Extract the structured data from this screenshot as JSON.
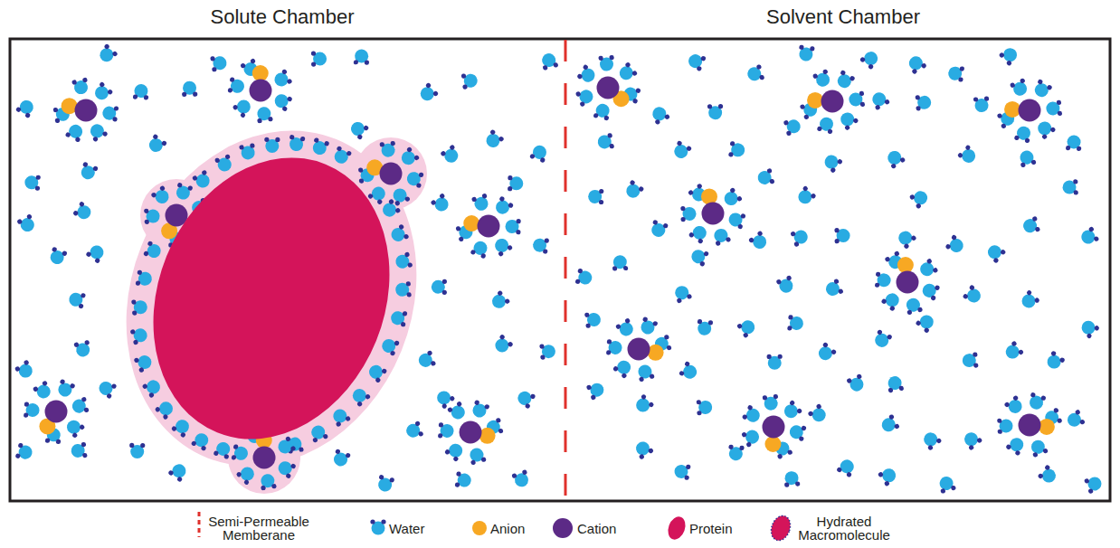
{
  "diagram": {
    "labels": [
      "Solute Chamber",
      "Solvent Chamber"
    ],
    "legend": [
      {
        "text": "Semi-Permeable Memberane"
      },
      {
        "text": "Water"
      },
      {
        "text": "Anion",
        "color": "#f7a823"
      },
      {
        "text": "Cation",
        "color": "#5c2a86"
      },
      {
        "text": "Protein",
        "color": "#d4145a"
      },
      {
        "text": "Hydrated Macromolecule"
      }
    ]
  }
}
